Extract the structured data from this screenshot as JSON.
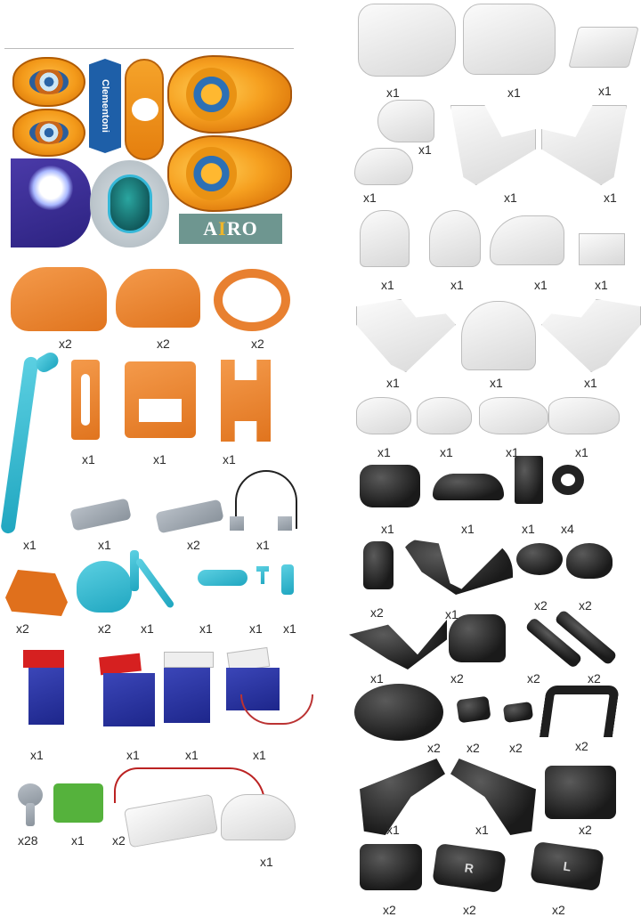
{
  "sticker_sheet": {
    "brand_label": "Clementoni",
    "product_label_prefix": "A",
    "product_label_highlight": "I",
    "product_label_suffix": "RO",
    "colors": {
      "orange": "#f39a1a",
      "brand_blue": "#1e5fa8",
      "circuit_purple": "#3a2e98",
      "airo_bg": "#6e9690",
      "airo_accent": "#f0b62a"
    }
  },
  "left_parts": [
    {
      "name": "orange-head-cover-large",
      "qty": "x2"
    },
    {
      "name": "orange-head-cover-small",
      "qty": "x2"
    },
    {
      "name": "orange-ring",
      "qty": "x2"
    },
    {
      "name": "cyan-arm-lever",
      "qty": "x1"
    },
    {
      "name": "orange-slotted-plate",
      "qty": "x1"
    },
    {
      "name": "orange-grille-frame",
      "qty": "x1"
    },
    {
      "name": "orange-h-plate",
      "qty": "x1"
    },
    {
      "name": "battery-contact-single",
      "qty": "x1"
    },
    {
      "name": "battery-contact-double",
      "qty": "x2"
    },
    {
      "name": "led-wire-assembly",
      "qty": "x1"
    },
    {
      "name": "orange-bracket",
      "qty": "x2"
    },
    {
      "name": "cyan-dome",
      "qty": "x2"
    },
    {
      "name": "cyan-fork-arm",
      "qty": "x1"
    },
    {
      "name": "cyan-connector-chain",
      "qty": "x1"
    },
    {
      "name": "cyan-t-pin",
      "qty": "x1"
    },
    {
      "name": "cyan-x-pin",
      "qty": "x1"
    },
    {
      "name": "servo-red-1",
      "qty": "x1"
    },
    {
      "name": "servo-red-2",
      "qty": "x1"
    },
    {
      "name": "servo-white-1",
      "qty": "x1"
    },
    {
      "name": "servo-white-2",
      "qty": "x1"
    },
    {
      "name": "screw",
      "qty": "x28"
    },
    {
      "name": "circuit-board",
      "qty": "x1"
    },
    {
      "name": "gear-motor",
      "qty": "x2"
    },
    {
      "name": "white-shell",
      "qty": "x1"
    }
  ],
  "right_parts": [
    {
      "name": "white-body-base",
      "qty": "x1"
    },
    {
      "name": "white-body-top",
      "qty": "x1"
    },
    {
      "name": "white-hex-plate",
      "qty": "x1"
    },
    {
      "name": "white-shoulder-a",
      "qty": "x1"
    },
    {
      "name": "white-shoulder-b",
      "qty": "x1"
    },
    {
      "name": "white-arm-frame-left",
      "qty": "x1"
    },
    {
      "name": "white-arm-frame-right",
      "qty": "x1"
    },
    {
      "name": "white-head-front",
      "qty": "x1"
    },
    {
      "name": "white-head-back",
      "qty": "x1"
    },
    {
      "name": "white-neck",
      "qty": "x1"
    },
    {
      "name": "white-comb-clip",
      "qty": "x1"
    },
    {
      "name": "white-leg-frame-left",
      "qty": "x1"
    },
    {
      "name": "white-dome-cover",
      "qty": "x1"
    },
    {
      "name": "white-leg-frame-right",
      "qty": "x1"
    },
    {
      "name": "white-foot-a",
      "qty": "x1"
    },
    {
      "name": "white-foot-b",
      "qty": "x1"
    },
    {
      "name": "white-foot-c",
      "qty": "x1"
    },
    {
      "name": "white-foot-d",
      "qty": "x1"
    },
    {
      "name": "black-hub",
      "qty": "x1"
    },
    {
      "name": "black-plate",
      "qty": "x1"
    },
    {
      "name": "black-bracket",
      "qty": "x1"
    },
    {
      "name": "black-washer",
      "qty": "x4"
    },
    {
      "name": "black-spring-post",
      "qty": "x2"
    },
    {
      "name": "black-hand-assembly",
      "qty": "x1"
    },
    {
      "name": "black-ridged-cap",
      "qty": "x2"
    },
    {
      "name": "black-dome-cap",
      "qty": "x2"
    },
    {
      "name": "black-hand-assembly-2",
      "qty": "x1"
    },
    {
      "name": "black-cage",
      "qty": "x2"
    },
    {
      "name": "black-spring-rod-a",
      "qty": "x2"
    },
    {
      "name": "black-spring-rod-b",
      "qty": "x2"
    },
    {
      "name": "black-wheel",
      "qty": "x2"
    },
    {
      "name": "black-clip-a",
      "qty": "x2"
    },
    {
      "name": "black-clip-b",
      "qty": "x2"
    },
    {
      "name": "black-handle",
      "qty": "x2"
    },
    {
      "name": "black-hip-left",
      "qty": "x1"
    },
    {
      "name": "black-hip-right",
      "qty": "x1"
    },
    {
      "name": "black-frame-a",
      "qty": "x2"
    },
    {
      "name": "black-frame-b",
      "qty": "x2"
    },
    {
      "name": "black-foot-r",
      "qty": "x2",
      "glyph": "R"
    },
    {
      "name": "black-foot-l",
      "qty": "x2",
      "glyph": "L"
    }
  ]
}
